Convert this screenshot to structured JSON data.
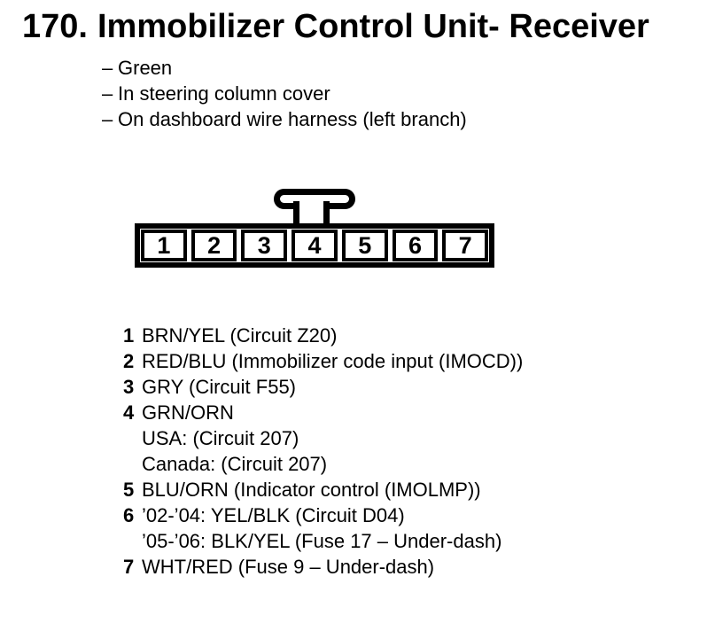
{
  "header": {
    "number": "170.",
    "title": "Immobilizer Control Unit- Receiver",
    "dash": "–",
    "notes": [
      "Green",
      "In steering column cover",
      "On dashboard wire harness (left branch)"
    ]
  },
  "connector": {
    "pins": [
      "1",
      "2",
      "3",
      "4",
      "5",
      "6",
      "7"
    ]
  },
  "pin_list": [
    {
      "num": "1",
      "text": "BRN/YEL (Circuit Z20)"
    },
    {
      "num": "2",
      "text": "RED/BLU (Immobilizer code input (IMOCD))"
    },
    {
      "num": "3",
      "text": "GRY (Circuit F55)"
    },
    {
      "num": "4",
      "text": "GRN/ORN"
    },
    {
      "num": "",
      "text": "USA: (Circuit 207)"
    },
    {
      "num": "",
      "text": "Canada: (Circuit 207)"
    },
    {
      "num": "5",
      "text": "BLU/ORN (Indicator control (IMOLMP))"
    },
    {
      "num": "6",
      "text": "’02-’04: YEL/BLK (Circuit D04)"
    },
    {
      "num": "",
      "text": "’05-’06: BLK/YEL (Fuse 17 – Under-dash)"
    },
    {
      "num": "7",
      "text": "WHT/RED (Fuse 9 – Under-dash)"
    }
  ],
  "colors": {
    "ink": "#000000",
    "paper": "#ffffff"
  }
}
